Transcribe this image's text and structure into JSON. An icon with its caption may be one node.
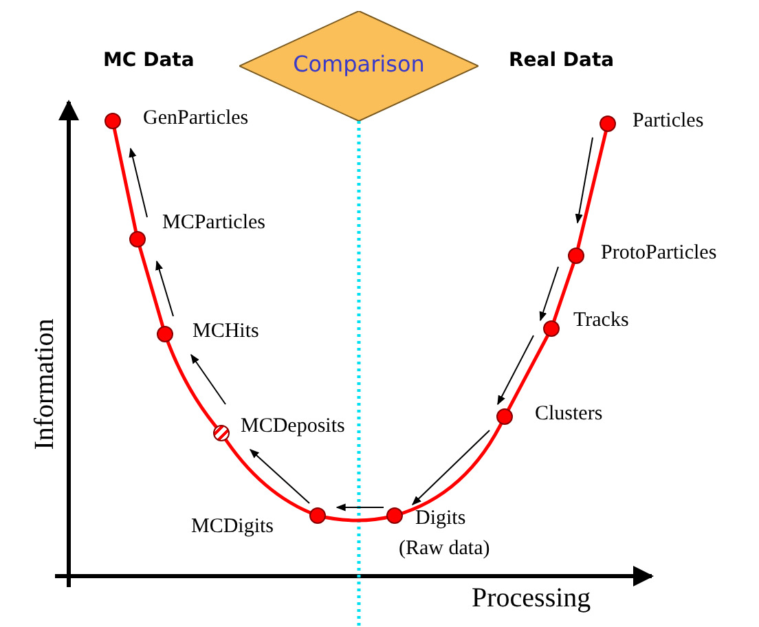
{
  "diagram": {
    "nodes": [
      {
        "text": [
          "Comparison"
        ]
      },
      {
        "text": [
          "GenParticles"
        ]
      },
      {
        "text": [
          "Particles"
        ]
      },
      {
        "text": [
          "MCParticles"
        ]
      },
      {
        "text": [
          "ProtoParticles"
        ]
      },
      {
        "text": [
          "Tracks"
        ]
      },
      {
        "text": [
          "MCHits"
        ]
      },
      {
        "text": [
          "Clusters"
        ]
      },
      {
        "text": [
          "MCDeposits"
        ]
      },
      {
        "text": [
          "MCDigits"
        ]
      },
      {
        "text": [
          "Digits",
          "(Raw data)"
        ]
      }
    ],
    "edges": [
      {
        "from": 2,
        "to": 4,
        "arrow": "to"
      },
      {
        "from": 4,
        "to": 5,
        "arrow": "to"
      },
      {
        "from": 5,
        "to": 7,
        "arrow": "to"
      },
      {
        "from": 7,
        "to": 10,
        "arrow": "to"
      },
      {
        "from": 10,
        "to": 9,
        "arrow": "to"
      },
      {
        "from": 9,
        "to": 8,
        "arrow": "to"
      },
      {
        "from": 8,
        "to": 6,
        "arrow": "to"
      },
      {
        "from": 6,
        "to": 3,
        "arrow": "to"
      },
      {
        "from": 3,
        "to": 1,
        "arrow": "to"
      }
    ],
    "labels": [
      "MC Data",
      "Real Data",
      "Information",
      "Processing"
    ]
  }
}
